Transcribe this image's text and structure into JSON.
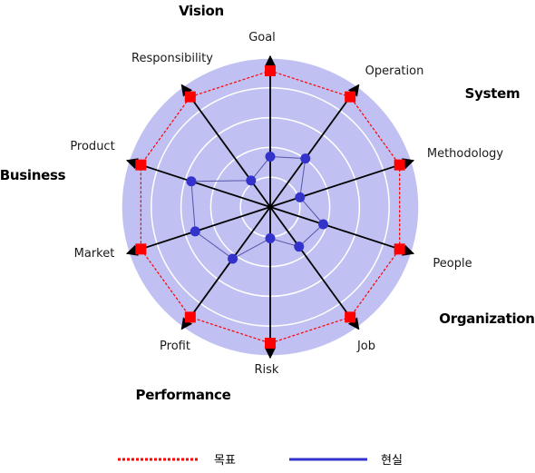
{
  "chart_data": {
    "type": "radar",
    "axes": [
      "Goal",
      "Operation",
      "Methodology",
      "People",
      "Job",
      "Risk",
      "Profit",
      "Market",
      "Product",
      "Responsibility"
    ],
    "rlim": [
      0,
      10
    ],
    "grid_rings": 5,
    "series": [
      {
        "name": "목표",
        "values": [
          10,
          10,
          10,
          10,
          10,
          10,
          10,
          10,
          10,
          10
        ],
        "color": "#ff0000",
        "marker": "square",
        "line": "dashed"
      },
      {
        "name": "현실",
        "values": [
          3.7,
          4.4,
          2.3,
          4.1,
          3.6,
          2.3,
          4.7,
          5.8,
          6.1,
          2.4
        ],
        "color": "#3333cc",
        "marker": "circle",
        "line": "solid"
      }
    ],
    "groups": [
      "Vision",
      "System",
      "Organization",
      "Performance",
      "Business"
    ],
    "legend_position": "bottom",
    "colors": {
      "background_disc": "#c0c0f2",
      "grid": "#ffffff",
      "spoke": "#000000"
    }
  }
}
